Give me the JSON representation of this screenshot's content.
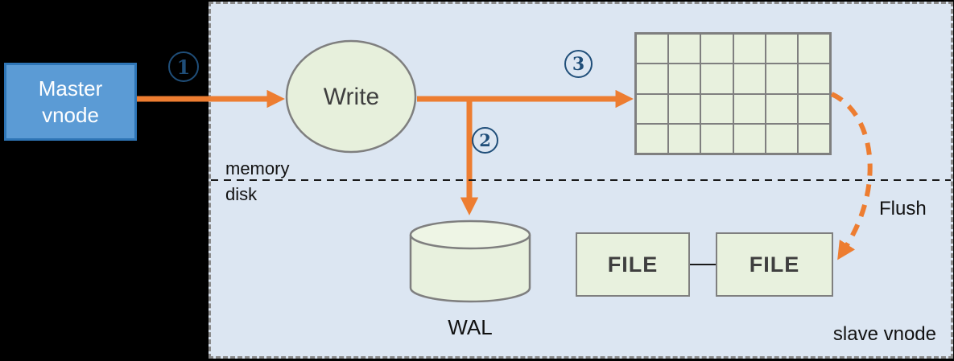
{
  "nodes": {
    "master": {
      "label": "Master vnode"
    },
    "write": {
      "label": "Write"
    },
    "wal": {
      "label": "WAL"
    },
    "files": [
      {
        "label": "FILE"
      },
      {
        "label": "FILE"
      }
    ]
  },
  "labels": {
    "memory": "memory",
    "disk": "disk",
    "flush": "Flush",
    "slave": "slave vnode"
  },
  "steps": [
    {
      "number": "1"
    },
    {
      "number": "2"
    },
    {
      "number": "3"
    }
  ],
  "memtable": {
    "rows": 4,
    "columns": 6
  },
  "colors": {
    "background": "#000000",
    "panel_fill": "#dce6f2",
    "panel_border": "#8a8a8a",
    "node_fill": "#e8f1de",
    "node_border": "#7f7f7f",
    "master_fill": "#5b9bd5",
    "master_border": "#2e75b6",
    "arrow_orange": "#ed7d31",
    "step_blue": "#1f4e79",
    "text_dark": "#3f3f3f"
  }
}
